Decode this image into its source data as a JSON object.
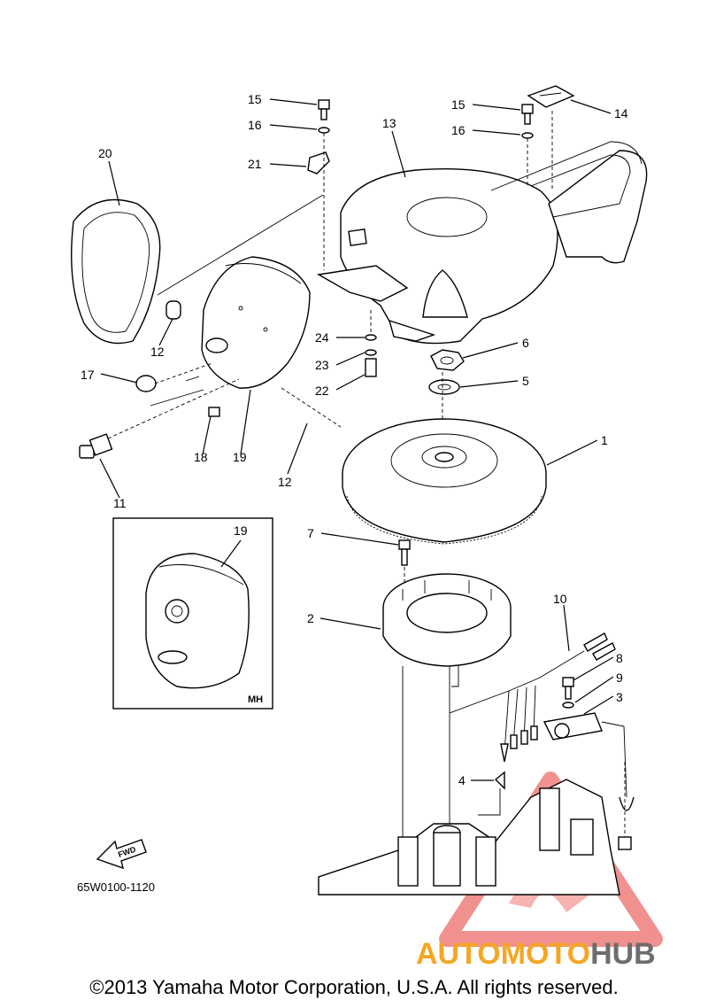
{
  "callouts": {
    "c15a": "15",
    "c16a": "16",
    "c21": "21",
    "c20": "20",
    "c13": "13",
    "c15b": "15",
    "c16b": "16",
    "c14": "14",
    "c12a": "12",
    "c17": "17",
    "c24": "24",
    "c23": "23",
    "c22": "22",
    "c6": "6",
    "c5": "5",
    "c1": "1",
    "c18": "18",
    "c19a": "19",
    "c12b": "12",
    "c11": "11",
    "c19b": "19",
    "c7": "7",
    "c2": "2",
    "c10": "10",
    "c8": "8",
    "c9": "9",
    "c3": "3",
    "c4": "4"
  },
  "inset_label": "MH",
  "fwd_label": "FWD",
  "diagram_code": "65W0100-1120",
  "copyright": "©2013 Yamaha Motor Corporation, U.S.A. All rights reserved.",
  "watermark": {
    "part1": "AUTOMOTO",
    "part2": "HUB"
  },
  "colors": {
    "watermark_orange": "#f5a623",
    "watermark_gray": "#6d6d6d",
    "watermark_red": "#e53935"
  }
}
